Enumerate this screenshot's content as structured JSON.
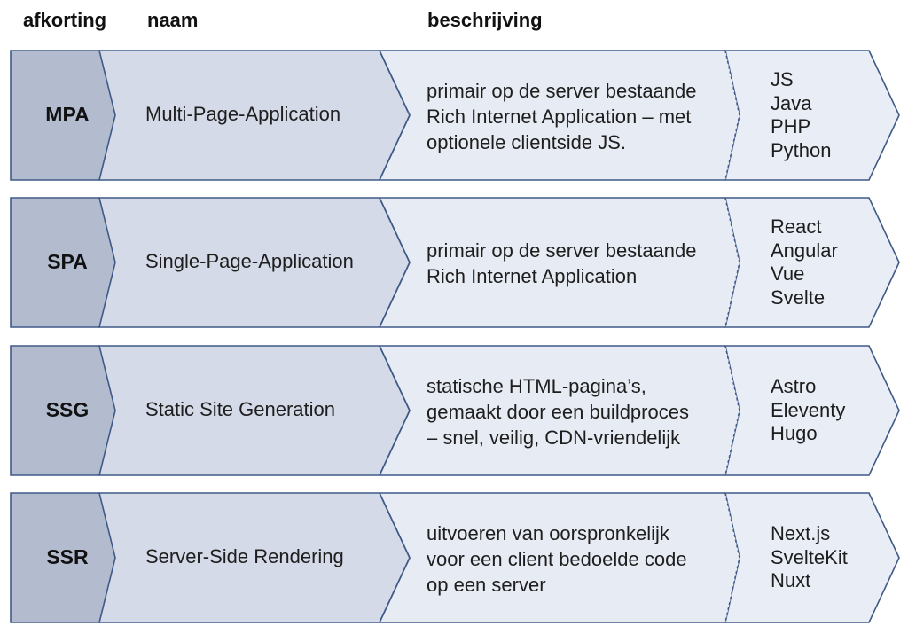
{
  "headers": {
    "abbr": "afkorting",
    "name": "naam",
    "desc": "beschrijving"
  },
  "colors": {
    "stroke": "#3f5a87",
    "abbr_fill": "#b3bccf",
    "name_fill": "#d4dae7",
    "desc_fill": "#e7ebf3",
    "tech_fill": "#e9edf5"
  },
  "rows": [
    {
      "abbr": "MPA",
      "name": "Multi-Page-Application",
      "desc": [
        "primair op de server bestaande",
        "Rich Internet Application – met",
        "optionele clientside JS."
      ],
      "tech": [
        "JS",
        "Java",
        "PHP",
        "Python"
      ]
    },
    {
      "abbr": "SPA",
      "name": "Single-Page-Application",
      "desc": [
        "primair op de server bestaande",
        "Rich Internet Application"
      ],
      "tech": [
        "React",
        "Angular",
        "Vue",
        "Svelte"
      ]
    },
    {
      "abbr": "SSG",
      "name": "Static Site Generation",
      "desc": [
        "statische HTML-pagina’s,",
        "gemaakt door een buildproces",
        "– snel, veilig, CDN-vriendelijk"
      ],
      "tech": [
        "Astro",
        "Eleventy",
        "Hugo"
      ]
    },
    {
      "abbr": "SSR",
      "name": "Server-Side Rendering",
      "desc": [
        "uitvoeren van oorspronkelijk",
        "voor een client bedoelde code",
        "op een server"
      ],
      "tech": [
        "Next.js",
        "SvelteKit",
        "Nuxt"
      ]
    }
  ]
}
